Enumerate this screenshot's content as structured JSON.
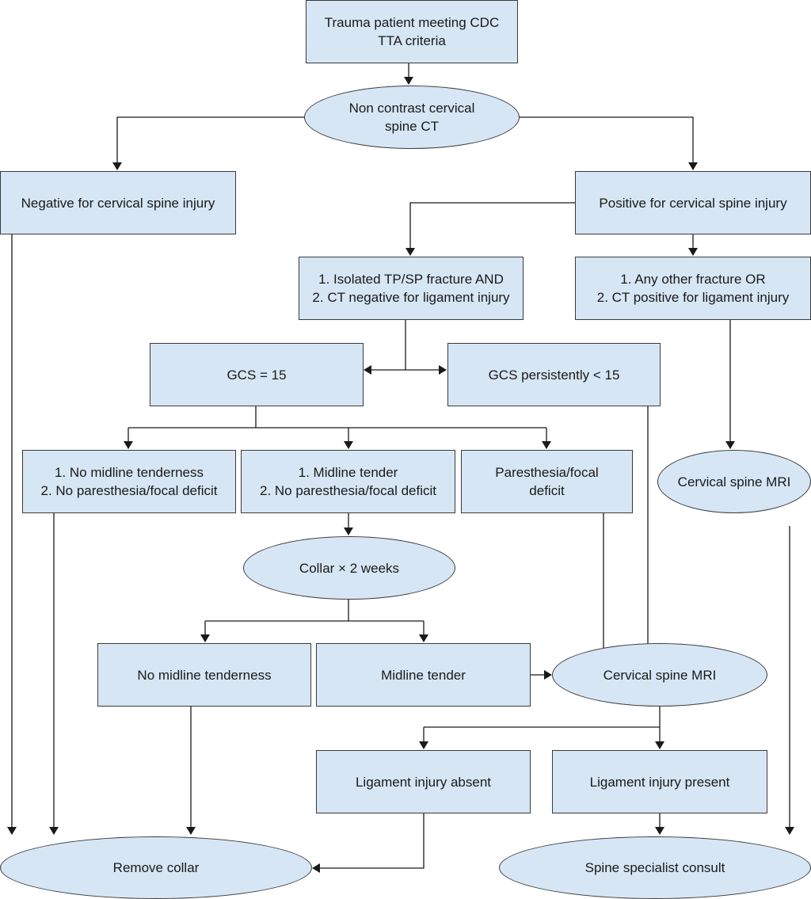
{
  "colors": {
    "box_fill": "#d6e6f4",
    "stroke": "#1a1a1a"
  },
  "nodes": {
    "trauma": {
      "lines": [
        "Trauma patient meeting CDC",
        "TTA criteria"
      ]
    },
    "ct": {
      "lines": [
        "Non contrast cervical",
        "spine CT"
      ]
    },
    "negative": {
      "lines": [
        "Negative for cervical spine injury"
      ]
    },
    "positive": {
      "lines": [
        "Positive for cervical spine injury"
      ]
    },
    "isolated": {
      "lines": [
        "1. Isolated TP/SP fracture AND",
        "2. CT negative for ligament injury"
      ]
    },
    "other_fracture": {
      "lines": [
        "1. Any other fracture OR",
        "2. CT positive for ligament injury"
      ]
    },
    "gcs15": {
      "lines": [
        "GCS = 15"
      ]
    },
    "gcs_low": {
      "lines": [
        "GCS persistently < 15"
      ]
    },
    "no_tender": {
      "lines": [
        "1. No midline tenderness",
        "2. No paresthesia/focal deficit"
      ]
    },
    "midline_tender": {
      "lines": [
        "1. Midline tender",
        "2. No paresthesia/focal deficit"
      ]
    },
    "paresthesia": {
      "lines": [
        "Paresthesia/focal",
        "deficit"
      ]
    },
    "mri_right": {
      "lines": [
        "Cervical spine MRI"
      ]
    },
    "collar": {
      "lines": [
        "Collar × 2 weeks"
      ]
    },
    "no_tender_2": {
      "lines": [
        "No midline tenderness"
      ]
    },
    "tender_2": {
      "lines": [
        "Midline tender"
      ]
    },
    "mri_center": {
      "lines": [
        "Cervical spine MRI"
      ]
    },
    "lig_absent": {
      "lines": [
        "Ligament injury absent"
      ]
    },
    "lig_present": {
      "lines": [
        "Ligament injury present"
      ]
    },
    "remove_collar": {
      "lines": [
        "Remove collar"
      ]
    },
    "spine_consult": {
      "lines": [
        "Spine specialist consult"
      ]
    }
  }
}
